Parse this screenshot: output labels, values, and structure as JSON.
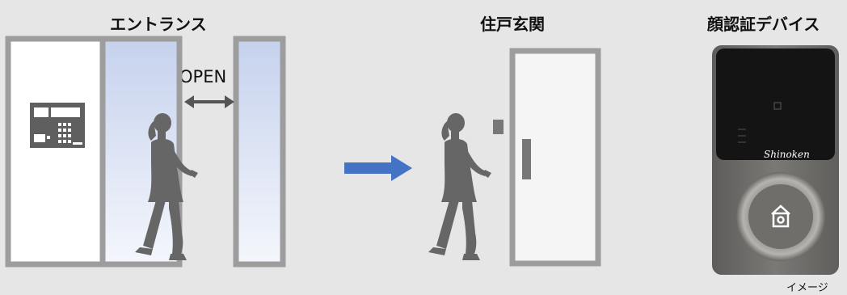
{
  "titles": {
    "entrance": "エントランス",
    "front_door": "住戸玄関",
    "face_device": "顔認証デバイス"
  },
  "labels": {
    "open": "OPEN",
    "caption": "イメージ",
    "brand": "Shinoken"
  },
  "icons": {
    "intercom": "intercom-panel-icon",
    "door_arrows": "double-arrow-icon",
    "flow_arrow": "right-arrow-icon",
    "person": "walking-woman-silhouette",
    "home_button": "home-icon"
  },
  "colors": {
    "frame": "#9d9d9d",
    "glass_top": "#c7d3ee",
    "glass_bottom": "#f4f6fb",
    "silhouette": "#666666",
    "arrow": "#4472c4",
    "device_body": "#6e6e6e",
    "device_screen": "#141414"
  }
}
